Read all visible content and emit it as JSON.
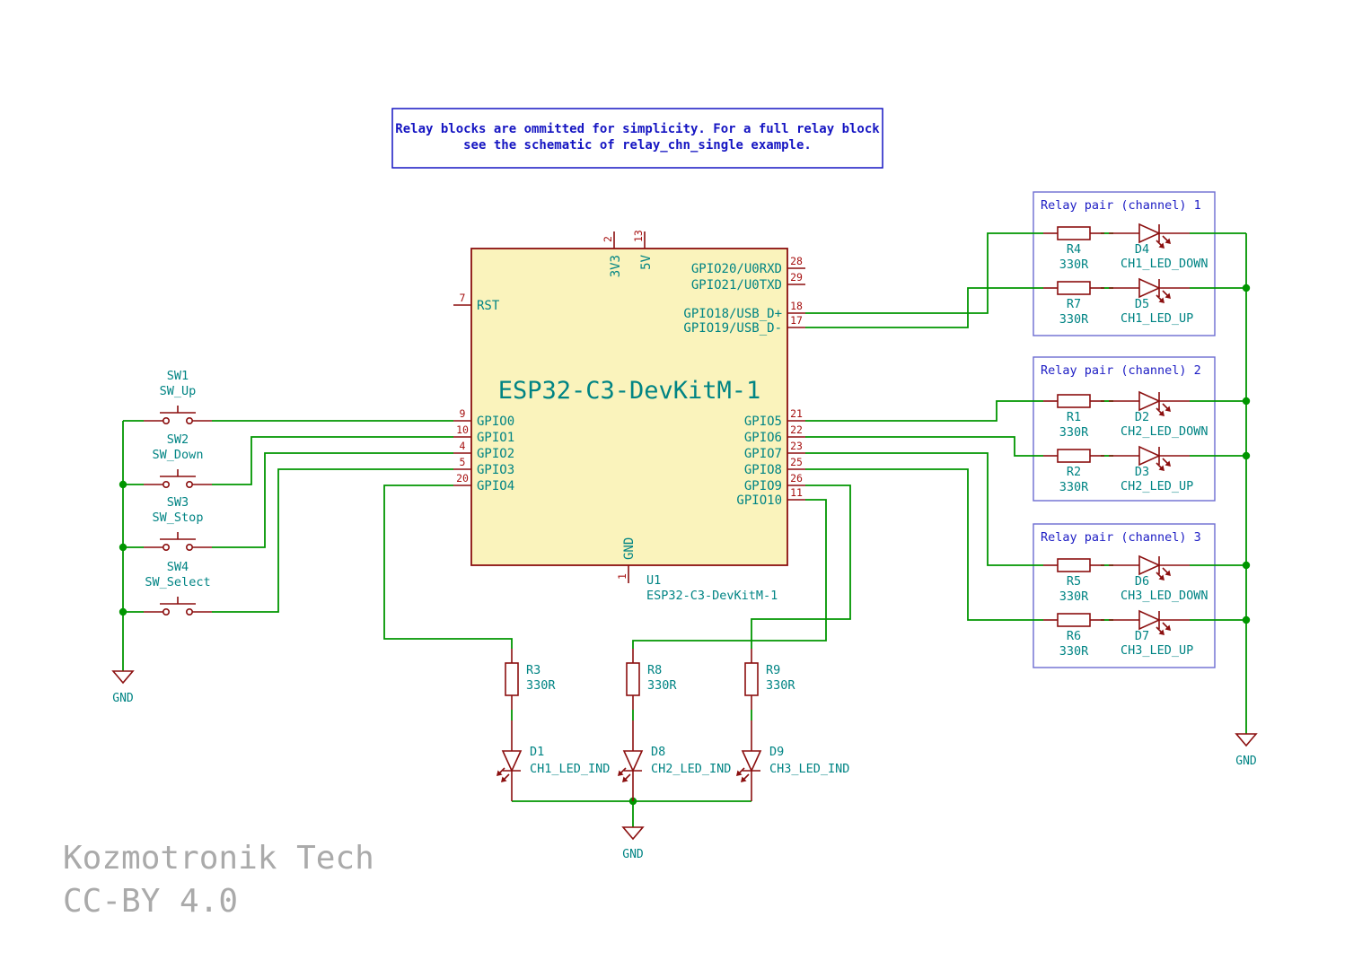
{
  "note": {
    "line1": "Relay blocks are ommitted for simplicity. For a full relay block",
    "line2": "see the schematic of relay_chn_single example."
  },
  "ic": {
    "title": "ESP32-C3-DevKitM-1",
    "ref": "U1",
    "value": "ESP32-C3-DevKitM-1",
    "pins": {
      "top": [
        {
          "num": "2",
          "name": "3V3"
        },
        {
          "num": "13",
          "name": "5V"
        }
      ],
      "left": [
        {
          "num": "7",
          "name": "RST"
        },
        {
          "num": "9",
          "name": "GPIO0"
        },
        {
          "num": "10",
          "name": "GPIO1"
        },
        {
          "num": "4",
          "name": "GPIO2"
        },
        {
          "num": "5",
          "name": "GPIO3"
        },
        {
          "num": "20",
          "name": "GPIO4"
        }
      ],
      "right": [
        {
          "num": "28",
          "name": "GPIO20/U0RXD"
        },
        {
          "num": "29",
          "name": "GPIO21/U0TXD"
        },
        {
          "num": "18",
          "name": "GPIO18/USB_D+"
        },
        {
          "num": "17",
          "name": "GPIO19/USB_D-"
        },
        {
          "num": "21",
          "name": "GPIO5"
        },
        {
          "num": "22",
          "name": "GPIO6"
        },
        {
          "num": "23",
          "name": "GPIO7"
        },
        {
          "num": "25",
          "name": "GPIO8"
        },
        {
          "num": "26",
          "name": "GPIO9"
        },
        {
          "num": "11",
          "name": "GPIO10"
        }
      ],
      "bottom": [
        {
          "num": "1",
          "name": "GND"
        }
      ]
    }
  },
  "switches": [
    {
      "ref": "SW1",
      "value": "SW_Up"
    },
    {
      "ref": "SW2",
      "value": "SW_Down"
    },
    {
      "ref": "SW3",
      "value": "SW_Stop"
    },
    {
      "ref": "SW4",
      "value": "SW_Select"
    }
  ],
  "relay_blocks": [
    {
      "title": "Relay pair (channel) 1",
      "rows": [
        {
          "res_ref": "R4",
          "res_value": "330R",
          "led_ref": "D4",
          "led_value": "CH1_LED_DOWN"
        },
        {
          "res_ref": "R7",
          "res_value": "330R",
          "led_ref": "D5",
          "led_value": "CH1_LED_UP"
        }
      ]
    },
    {
      "title": "Relay pair (channel) 2",
      "rows": [
        {
          "res_ref": "R1",
          "res_value": "330R",
          "led_ref": "D2",
          "led_value": "CH2_LED_DOWN"
        },
        {
          "res_ref": "R2",
          "res_value": "330R",
          "led_ref": "D3",
          "led_value": "CH2_LED_UP"
        }
      ]
    },
    {
      "title": "Relay pair (channel) 3",
      "rows": [
        {
          "res_ref": "R5",
          "res_value": "330R",
          "led_ref": "D6",
          "led_value": "CH3_LED_DOWN"
        },
        {
          "res_ref": "R6",
          "res_value": "330R",
          "led_ref": "D7",
          "led_value": "CH3_LED_UP"
        }
      ]
    }
  ],
  "indicators": [
    {
      "res_ref": "R3",
      "res_value": "330R",
      "led_ref": "D1",
      "led_value": "CH1_LED_IND"
    },
    {
      "res_ref": "R8",
      "res_value": "330R",
      "led_ref": "D8",
      "led_value": "CH2_LED_IND"
    },
    {
      "res_ref": "R9",
      "res_value": "330R",
      "led_ref": "D9",
      "led_value": "CH3_LED_IND"
    }
  ],
  "gnd": {
    "label": "GND"
  },
  "footer": {
    "line1": "Kozmotronik Tech",
    "line2": "CC-BY 4.0"
  },
  "colors": {
    "wire_green": "#009600",
    "symbol_red": "#8b0f0f",
    "label_teal": "#008484",
    "pin_number_red": "#a61111",
    "ic_fill_yellow": "#FAF3BC",
    "note_blue": "#1515c2",
    "block_border_blue": "#6b6bd1",
    "footer_gray": "#aaaaaa"
  }
}
